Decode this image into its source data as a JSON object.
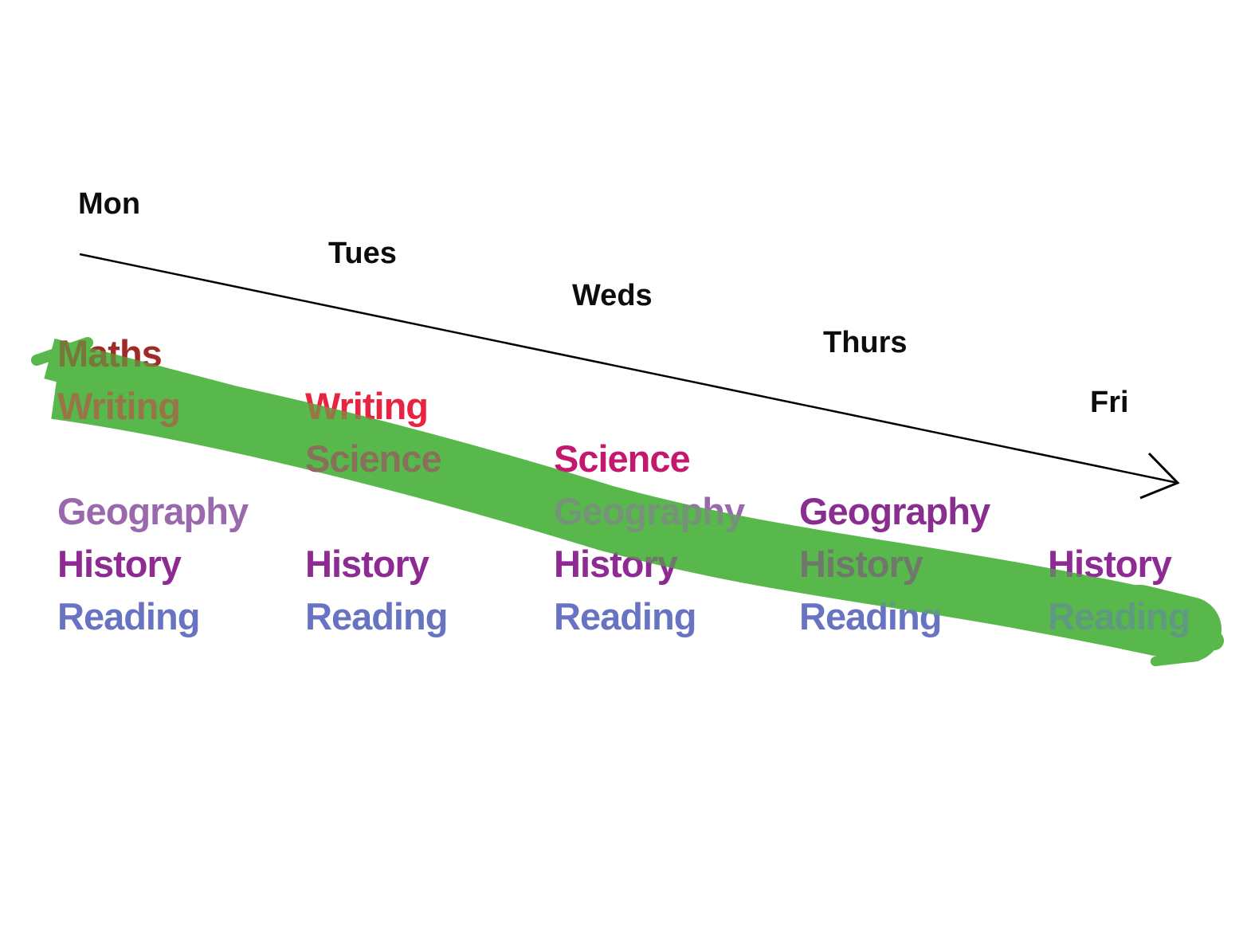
{
  "diagram": {
    "description": "Hand-annotated weekly study timetable timeline with a diagonal arrow and a green marker strike-through",
    "highlighter_color": "#58b84b",
    "arrow_color": "#000000",
    "day_label_color": "#0d0d0d",
    "days": [
      {
        "label": "Mon",
        "subjects": [
          {
            "name": "Maths",
            "color": "#9e2b27",
            "row": 0
          },
          {
            "name": "Writing",
            "color": "#e82440",
            "row": 1
          },
          {
            "name": "Geography",
            "color": "#9a68ad",
            "row": 3
          },
          {
            "name": "History",
            "color": "#8d2b93",
            "row": 4
          },
          {
            "name": "Reading",
            "color": "#6874c1",
            "row": 5
          }
        ]
      },
      {
        "label": "Tues",
        "subjects": [
          {
            "name": "Writing",
            "color": "#e82440",
            "row": 1
          },
          {
            "name": "Science",
            "color": "#c4186f",
            "row": 2
          },
          {
            "name": "History",
            "color": "#8d2b93",
            "row": 4
          },
          {
            "name": "Reading",
            "color": "#6874c1",
            "row": 5
          }
        ]
      },
      {
        "label": "Weds",
        "subjects": [
          {
            "name": "Science",
            "color": "#c4186f",
            "row": 2
          },
          {
            "name": "Geography",
            "color": "#9a68ad",
            "row": 3
          },
          {
            "name": "History",
            "color": "#8d2b93",
            "row": 4
          },
          {
            "name": "Reading",
            "color": "#6874c1",
            "row": 5
          }
        ]
      },
      {
        "label": "Thurs",
        "subjects": [
          {
            "name": "Geography",
            "color": "#8a2d90",
            "row": 3
          },
          {
            "name": "History",
            "color": "#8d2b93",
            "row": 4
          },
          {
            "name": "Reading",
            "color": "#6874c1",
            "row": 5
          }
        ]
      },
      {
        "label": "Fri",
        "subjects": [
          {
            "name": "History",
            "color": "#8d2b93",
            "row": 4
          },
          {
            "name": "Reading",
            "color": "#6874c1",
            "row": 5
          }
        ]
      }
    ]
  }
}
